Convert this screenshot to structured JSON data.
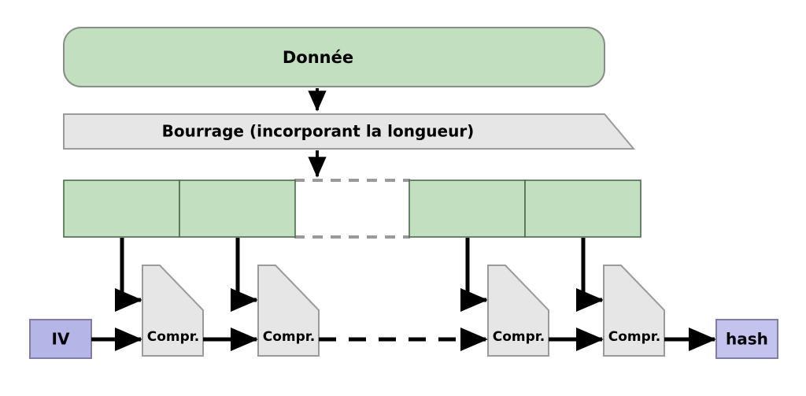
{
  "diagram": {
    "title_node": {
      "label": "Donnée",
      "shape": "rounded-rectangle",
      "fill": "#c2dfbf",
      "stroke": "#868e86"
    },
    "padding_node": {
      "label": "Bourrage (incorporant la longueur)",
      "shape": "trapezoid",
      "fill": "#e6e6e6",
      "stroke": "#9a9a9a"
    },
    "blocks": {
      "name": "message-blocks",
      "fill": "#c2dfbf",
      "stroke": "#4b6b4b",
      "gap_stroke": "#9a9a9a",
      "segments": [
        {
          "id": "block-1",
          "state": "filled"
        },
        {
          "id": "block-2",
          "state": "filled"
        },
        {
          "id": "block-gap",
          "state": "elided"
        },
        {
          "id": "block-3",
          "state": "filled"
        },
        {
          "id": "block-4",
          "state": "filled"
        }
      ]
    },
    "iv_node": {
      "label": "IV",
      "fill": "#b5b5e8",
      "stroke": "#7d7da8"
    },
    "hash_node": {
      "label": "hash",
      "fill": "#c3c3ee",
      "stroke": "#7d7da8"
    },
    "compression_nodes": [
      {
        "id": "compr-1",
        "label": "Compr."
      },
      {
        "id": "compr-2",
        "label": "Compr."
      },
      {
        "id": "compr-3",
        "label": "Compr."
      },
      {
        "id": "compr-4",
        "label": "Compr."
      }
    ],
    "compression_fill": "#e6e6e6",
    "compression_stroke": "#9a9a9a",
    "arrow_color": "#000000",
    "elided_arrow_style": "dashed"
  }
}
